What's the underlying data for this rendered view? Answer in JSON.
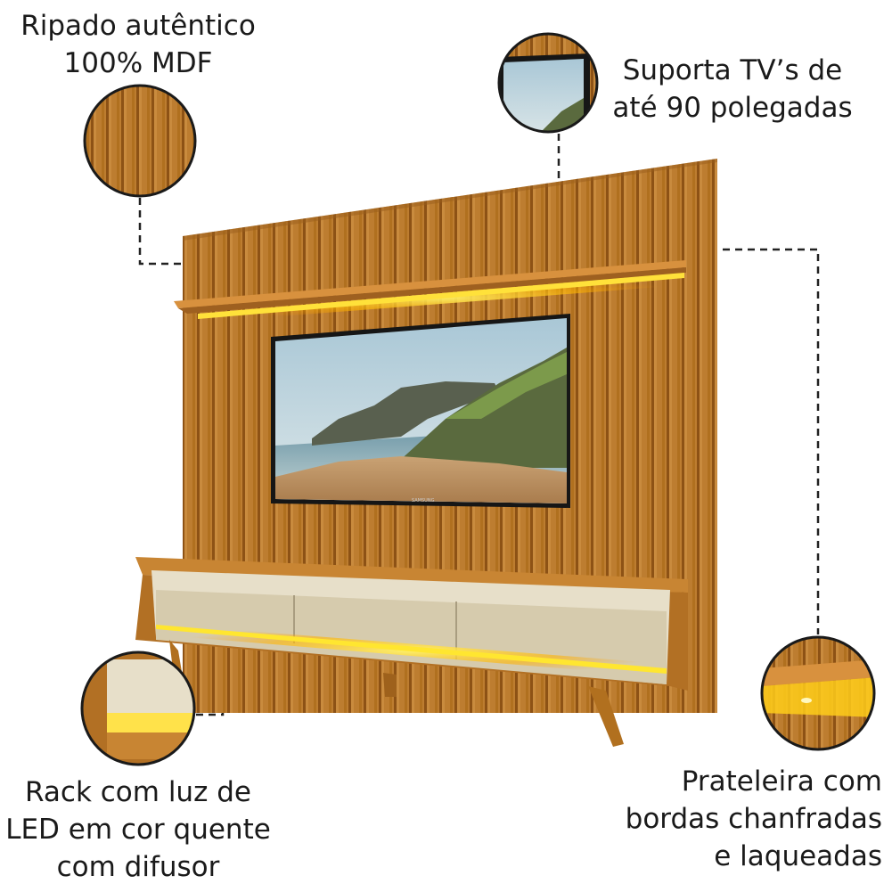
{
  "callouts": {
    "slats": {
      "lines": [
        "Ripado autêntico",
        "100% MDF"
      ]
    },
    "tv_support": {
      "lines": [
        "Suporta TV’s de",
        "até 90 polegadas"
      ]
    },
    "led_rack": {
      "lines": [
        "Rack com luz de",
        "LED em cor quente",
        "com difusor"
      ]
    },
    "shelf": {
      "lines": [
        "Prateleira com",
        "bordas chanfradas",
        "e laqueadas"
      ]
    }
  },
  "tv": {
    "brand": "SAMSUNG"
  },
  "colors": {
    "wood": "#b8772a",
    "wood_dark": "#8f5616",
    "led": "#ffcf1a",
    "rack_cream": "#d9d0b4",
    "dashed_line": "#222222"
  }
}
